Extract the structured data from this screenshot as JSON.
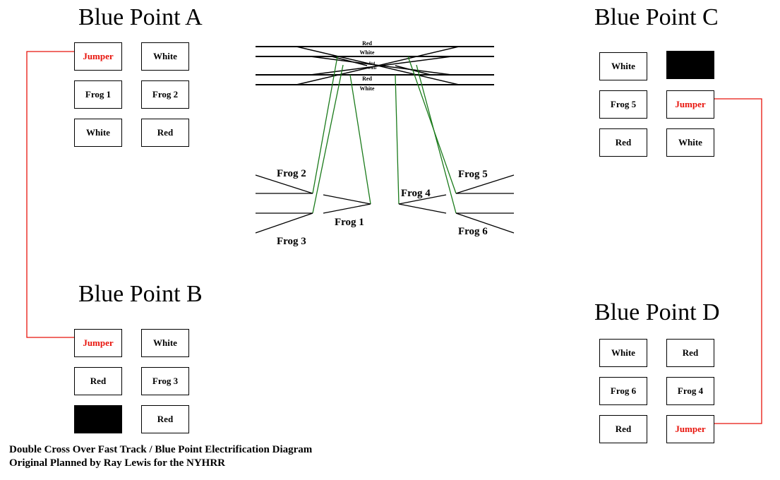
{
  "colors": {
    "jumper": "#e8140c",
    "track": "#000000",
    "frog_wire": "#1a7a1a"
  },
  "panels": {
    "a": {
      "title": "Blue Point A",
      "cells": [
        "Jumper",
        "White",
        "Frog 1",
        "Frog 2",
        "White",
        "Red"
      ]
    },
    "b": {
      "title": "Blue Point B",
      "cells": [
        "Jumper",
        "White",
        "Red",
        "Frog 3",
        "",
        "Red"
      ]
    },
    "c": {
      "title": "Blue Point C",
      "cells": [
        "White",
        "",
        "Frog 5",
        "Jumper",
        "Red",
        "White"
      ]
    },
    "d": {
      "title": "Blue Point D",
      "cells": [
        "White",
        "Red",
        "Frog 6",
        "Frog 4",
        "Red",
        "Jumper"
      ]
    }
  },
  "track": {
    "rail_labels": [
      "Red",
      "White",
      "Red",
      "White",
      "Red",
      "White"
    ],
    "frogs": [
      "Frog 1",
      "Frog 2",
      "Frog 3",
      "Frog 4",
      "Frog 5",
      "Frog 6"
    ]
  },
  "footer": {
    "line1": "Double Cross Over Fast Track / Blue Point Electrification Diagram",
    "line2": "Original Planned by Ray Lewis for the NYHRR"
  }
}
